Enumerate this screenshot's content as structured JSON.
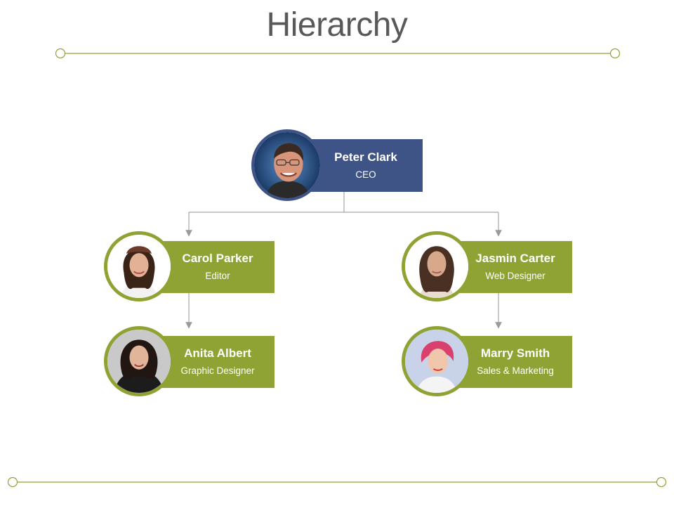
{
  "title": "Hierarchy",
  "colors": {
    "primary": "#3e5487",
    "secondary": "#8fa334",
    "rule": "#8fa334",
    "connector": "#a6a6a6"
  },
  "people": {
    "ceo": {
      "name": "Peter Clark",
      "role": "CEO",
      "avatar": "photo-middle-aged-man-glasses"
    },
    "carol": {
      "name": "Carol Parker",
      "role": "Editor",
      "avatar": "photo-woman-brown-cap"
    },
    "jasmin": {
      "name": "Jasmin Carter",
      "role": "Web Designer",
      "avatar": "photo-woman-long-brown-hair"
    },
    "anita": {
      "name": "Anita Albert",
      "role": "Graphic Designer",
      "avatar": "photo-woman-dark-hair-leather-jacket"
    },
    "marry": {
      "name": "Marry Smith",
      "role": "Sales & Marketing",
      "avatar": "photo-woman-pink-hair"
    }
  }
}
